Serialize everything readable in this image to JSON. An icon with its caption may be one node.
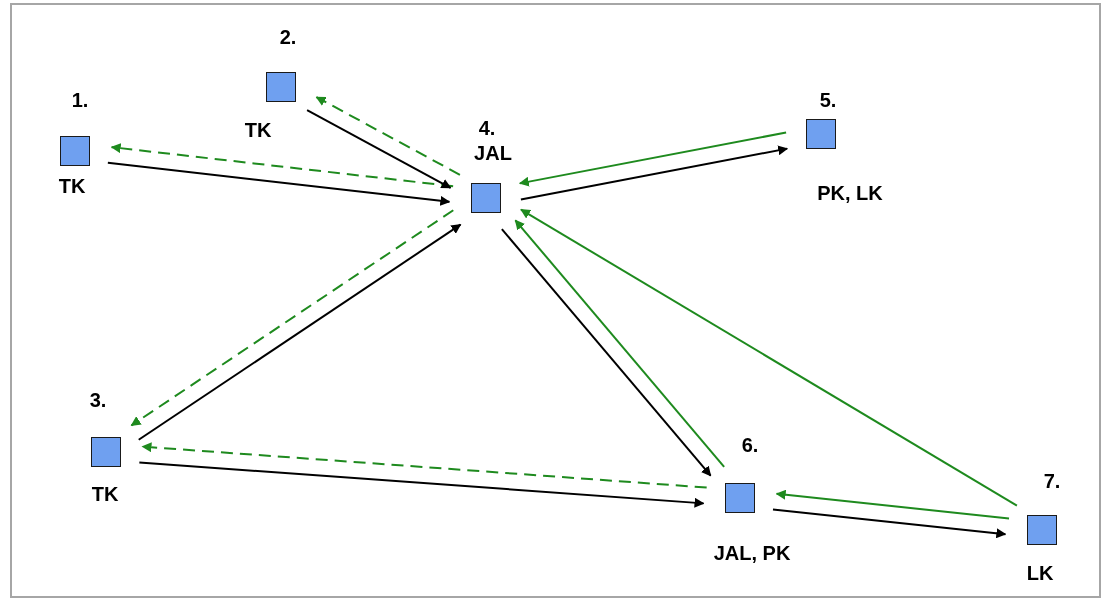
{
  "diagram": {
    "nodes": [
      {
        "text": [
          "1.",
          "TK"
        ]
      },
      {
        "text": [
          "2.",
          "TK"
        ]
      },
      {
        "text": [
          "3.",
          "TK"
        ]
      },
      {
        "text": [
          "4.",
          "JAL"
        ]
      },
      {
        "text": [
          "5.",
          "PK, LK"
        ]
      },
      {
        "text": [
          "6.",
          "JAL, PK"
        ]
      },
      {
        "text": [
          "7.",
          "LK"
        ]
      }
    ],
    "edges": [
      {
        "from": 0,
        "to": 3,
        "arrow": "to",
        "color": "#000000"
      },
      {
        "from": 3,
        "to": 0,
        "arrow": "to",
        "style": "dashed"
      },
      {
        "from": 1,
        "to": 3,
        "arrow": "to",
        "color": "#000000"
      },
      {
        "from": 3,
        "to": 1,
        "arrow": "to",
        "style": "dashed"
      },
      {
        "from": 4,
        "to": 3,
        "arrow": "to"
      },
      {
        "from": 3,
        "to": 4,
        "arrow": "to",
        "color": "#000000"
      },
      {
        "from": 2,
        "to": 3,
        "arrow": "to",
        "color": "#000000"
      },
      {
        "from": 3,
        "to": 2,
        "arrow": "to",
        "style": "dashed"
      },
      {
        "from": 3,
        "to": 5,
        "arrow": "to",
        "color": "#000000"
      },
      {
        "from": 5,
        "to": 3,
        "arrow": "to"
      },
      {
        "from": 6,
        "to": 3,
        "arrow": "to"
      },
      {
        "from": 2,
        "to": 5,
        "arrow": "to",
        "color": "#000000"
      },
      {
        "from": 5,
        "to": 2,
        "arrow": "to",
        "style": "dashed"
      },
      {
        "from": 5,
        "to": 6,
        "arrow": "to",
        "color": "#000000"
      },
      {
        "from": 6,
        "to": 5,
        "arrow": "to"
      }
    ]
  }
}
